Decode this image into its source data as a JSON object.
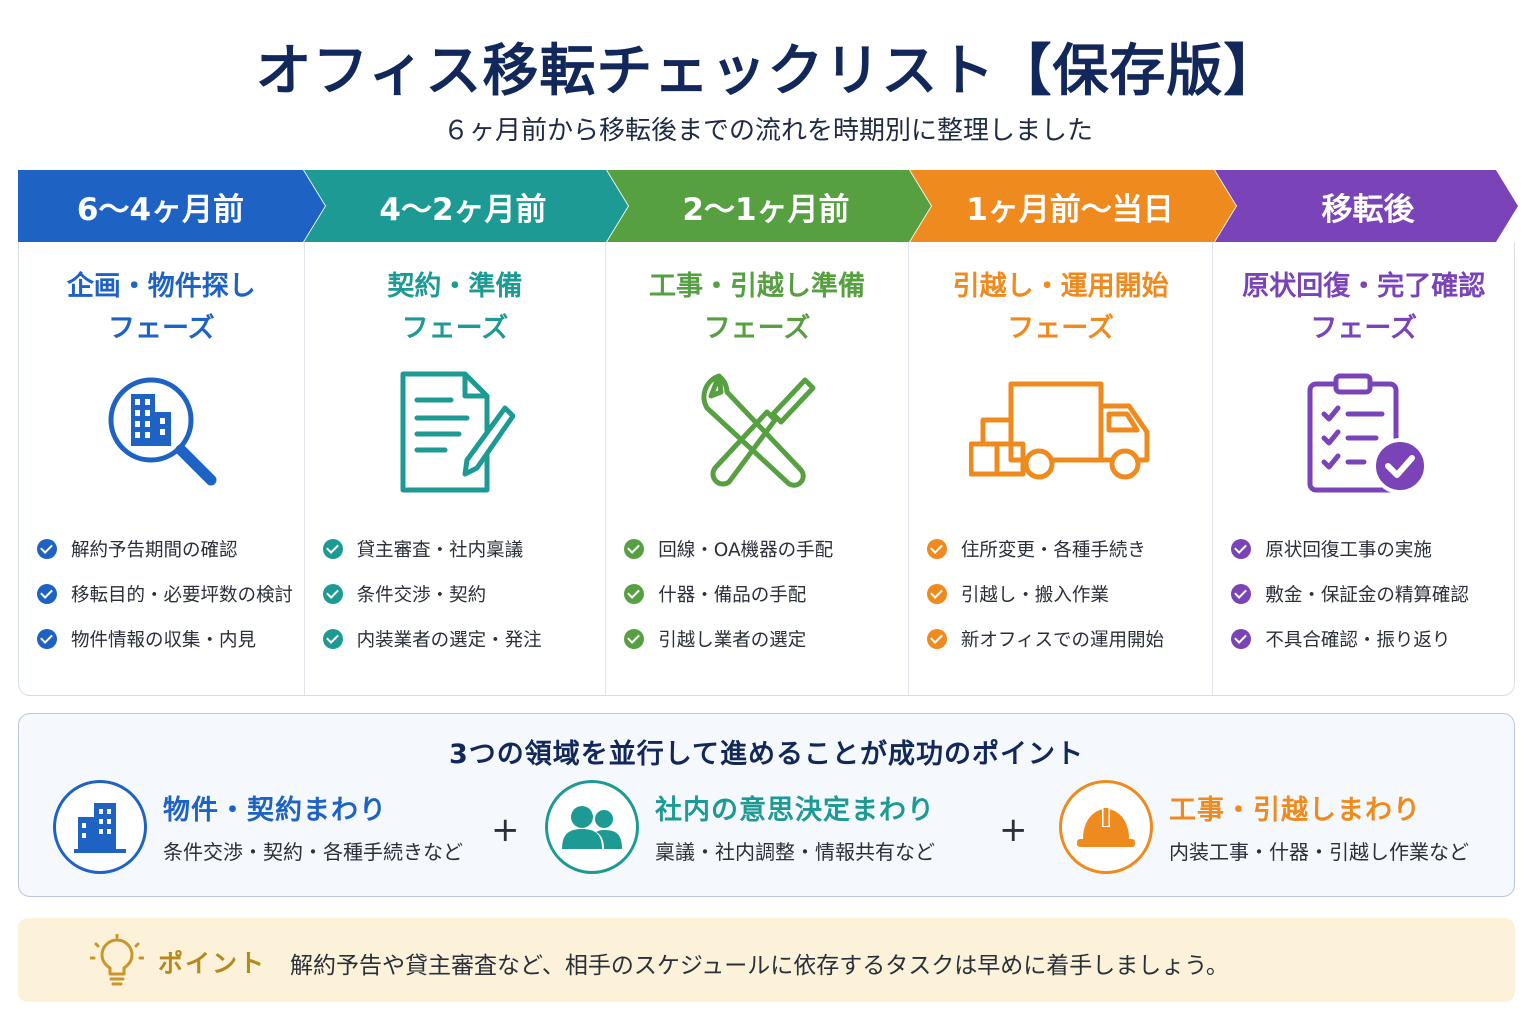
{
  "title": "オフィス移転チェックリスト【保存版】",
  "subtitle": "６ヶ月前から移転後までの流れを時期別に整理しました",
  "phases": [
    {
      "period": "6～4ヶ月前",
      "title_line1": "企画・物件探し",
      "title_line2": "フェーズ",
      "icon": "search-building-icon",
      "color": "#1e63c4",
      "tasks": [
        "解約予告期間の確認",
        "移転目的・必要坪数の検討",
        "物件情報の収集・内見"
      ]
    },
    {
      "period": "4～2ヶ月前",
      "title_line1": "契約・準備",
      "title_line2": "フェーズ",
      "icon": "contract-pen-icon",
      "color": "#1e9a94",
      "tasks": [
        "貸主審査・社内稟議",
        "条件交渉・契約",
        "内装業者の選定・発注"
      ]
    },
    {
      "period": "2～1ヶ月前",
      "title_line1": "工事・引越し準備",
      "title_line2": "フェーズ",
      "icon": "tools-icon",
      "color": "#57a042",
      "tasks": [
        "回線・OA機器の手配",
        "什器・備品の手配",
        "引越し業者の選定"
      ]
    },
    {
      "period": "1ヶ月前～当日",
      "title_line1": "引越し・運用開始",
      "title_line2": "フェーズ",
      "icon": "moving-truck-icon",
      "color": "#ef8a1f",
      "tasks": [
        "住所変更・各種手続き",
        "引越し・搬入作業",
        "新オフィスでの運用開始"
      ]
    },
    {
      "period": "移転後",
      "title_line1": "原状回復・完了確認",
      "title_line2": "フェーズ",
      "icon": "clipboard-check-icon",
      "color": "#7a44b8",
      "tasks": [
        "原状回復工事の実施",
        "敷金・保証金の精算確認",
        "不具合確認・振り返り"
      ]
    }
  ],
  "points": {
    "heading": "3つの領域を並行して進めることが成功のポイント",
    "areas": [
      {
        "title": "物件・契約まわり",
        "desc": "条件交渉・契約・各種手続きなど",
        "icon": "office-building-icon",
        "color": "#1e63c4"
      },
      {
        "title": "社内の意思決定まわり",
        "desc": "稟議・社内調整・情報共有など",
        "icon": "people-icon",
        "color": "#1e9a94"
      },
      {
        "title": "工事・引越しまわり",
        "desc": "内装工事・什器・引越し作業など",
        "icon": "hard-hat-icon",
        "color": "#ef8a1f"
      }
    ],
    "plus": "+"
  },
  "tip": {
    "label": "ポイント",
    "text": "解約予告や貸主審査など、相手のスケジュールに依存するタスクは早めに着手しましょう。",
    "icon": "lightbulb-icon"
  }
}
